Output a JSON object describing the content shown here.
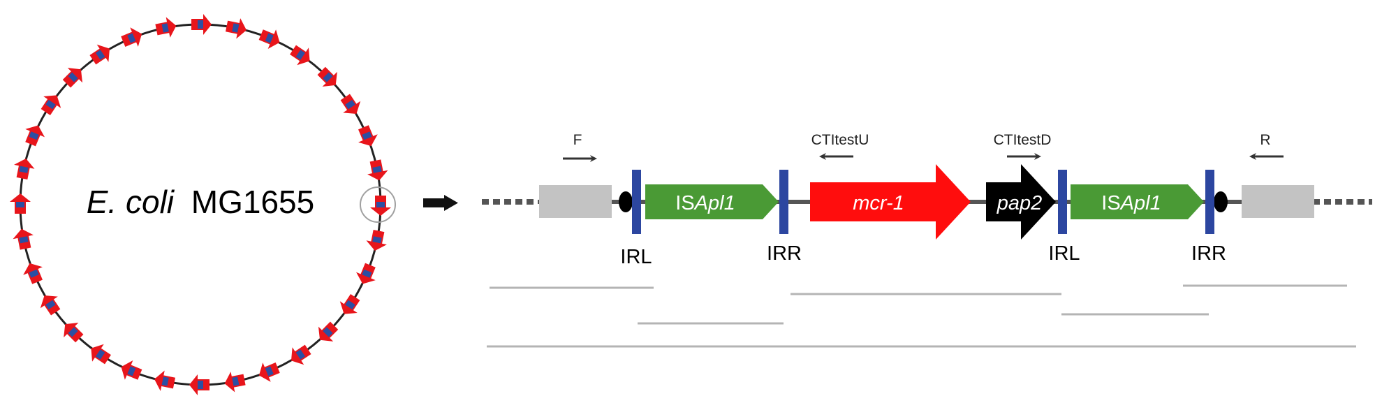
{
  "genome": {
    "label_italic": "E. coli",
    "label_plain": "MG1655"
  },
  "map": {
    "primers": {
      "f": "F",
      "ctitestu": "CTItestU",
      "ctitestd": "CTItestD",
      "r": "R"
    },
    "genes": {
      "isapl1_left": {
        "prefix": "IS",
        "italic": "Apl1"
      },
      "mcr1": "mcr-1",
      "pap2": "pap2",
      "isapl1_right": {
        "prefix": "IS",
        "italic": "Apl1"
      }
    },
    "repeats": {
      "irl_left": "IRL",
      "irr_left": "IRR",
      "irl_right": "IRL",
      "irr_right": "IRR"
    }
  },
  "colors": {
    "insertion_red": "#e8151b",
    "insertion_blue": "#2b4fa3",
    "isapl1_green": "#4a9a35",
    "mcr1_red": "#ff0d0d",
    "pap2_black": "#000000",
    "ir_blue": "#2c46a0",
    "flank_gray": "#c3c3c3",
    "line_gray": "#b4b4b4",
    "backbone": "#555555"
  },
  "icons": {
    "transition": "right-arrow-icon",
    "primer": "primer-arrow-icon",
    "insertion": "insertion-site-icon"
  }
}
